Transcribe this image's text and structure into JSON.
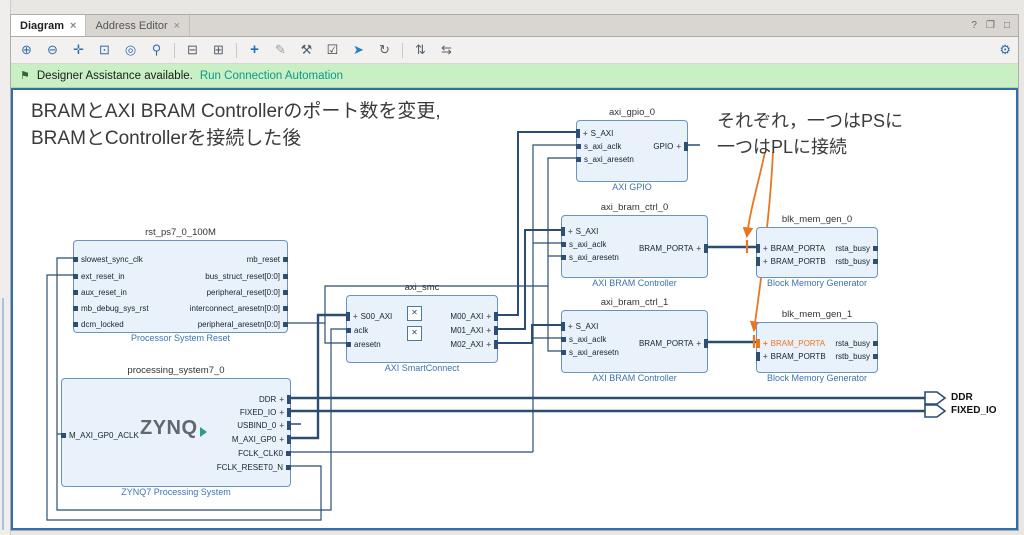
{
  "window": {
    "tabs": [
      {
        "label": "Diagram",
        "close": "×"
      },
      {
        "label": "Address Editor",
        "close": "×"
      }
    ],
    "corner": {
      "help": "?",
      "float": "❐",
      "maximize": "□"
    }
  },
  "toolbar": {
    "icons": [
      {
        "name": "zoom-in",
        "glyph": "⊕"
      },
      {
        "name": "zoom-out",
        "glyph": "⊖"
      },
      {
        "name": "zoom-fit",
        "glyph": "✛"
      },
      {
        "name": "zoom-to-selection",
        "glyph": "⊡"
      },
      {
        "name": "fit-selection",
        "glyph": "◎"
      },
      {
        "name": "search",
        "glyph": "⚲"
      },
      {
        "name": "collapse-hierarchy",
        "glyph": "⊟"
      },
      {
        "name": "expand-hierarchy",
        "glyph": "⊞"
      },
      {
        "name": "add-ip",
        "glyph": "+"
      },
      {
        "name": "add-note",
        "glyph": "✎"
      },
      {
        "name": "customize-block",
        "glyph": "⚒"
      },
      {
        "name": "validate-design",
        "glyph": "☑"
      },
      {
        "name": "run-automation",
        "glyph": "➤"
      },
      {
        "name": "regenerate-layout",
        "glyph": "↻"
      },
      {
        "name": "expand-collapse-pins",
        "glyph": "⇅"
      },
      {
        "name": "interface-view",
        "glyph": "⇆"
      }
    ],
    "settings_glyph": "⚙"
  },
  "banner": {
    "icon": "⚑",
    "text": "Designer Assistance available.",
    "link": "Run Connection Automation"
  },
  "notes": {
    "left_line1": "BRAMとAXI BRAM Controllerのポート数を変更,",
    "left_line2": "BRAMとControllerを接続した後",
    "right_line1": "それぞれ，一つはPSに",
    "right_line2": "一つはPLに接続"
  },
  "glyphs": {
    "plus": "+",
    "crossbar": "✕"
  },
  "blocks": {
    "gpio": {
      "title": "axi_gpio_0",
      "type": "AXI GPIO",
      "left": [
        "S_AXI",
        "s_axi_aclk",
        "s_axi_aresetn"
      ],
      "right": [
        "GPIO"
      ]
    },
    "bram0": {
      "title": "axi_bram_ctrl_0",
      "type": "AXI BRAM Controller",
      "left": [
        "S_AXI",
        "s_axi_aclk",
        "s_axi_aresetn"
      ],
      "right": [
        "BRAM_PORTA"
      ]
    },
    "gen0": {
      "title": "blk_mem_gen_0",
      "type": "Block Memory Generator",
      "left": [
        "BRAM_PORTA",
        "BRAM_PORTB"
      ],
      "right": [
        "rsta_busy",
        "rstb_busy"
      ]
    },
    "bram1": {
      "title": "axi_bram_ctrl_1",
      "type": "AXI BRAM Controller",
      "left": [
        "S_AXI",
        "s_axi_aclk",
        "s_axi_aresetn"
      ],
      "right": [
        "BRAM_PORTA"
      ]
    },
    "gen1": {
      "title": "blk_mem_gen_1",
      "type": "Block Memory Generator",
      "left": [
        "BRAM_PORTA",
        "BRAM_PORTB"
      ],
      "right": [
        "rsta_busy",
        "rstb_busy"
      ]
    },
    "rst": {
      "title": "rst_ps7_0_100M",
      "type": "Processor System Reset",
      "left": [
        "slowest_sync_clk",
        "ext_reset_in",
        "aux_reset_in",
        "mb_debug_sys_rst",
        "dcm_locked"
      ],
      "right": [
        "mb_reset",
        "bus_struct_reset[0:0]",
        "peripheral_reset[0:0]",
        "interconnect_aresetn[0:0]",
        "peripheral_aresetn[0:0]"
      ]
    },
    "smc": {
      "title": "axi_smc",
      "type": "AXI SmartConnect",
      "left": [
        "S00_AXI",
        "aclk",
        "aresetn"
      ],
      "right": [
        "M00_AXI",
        "M01_AXI",
        "M02_AXI"
      ]
    },
    "ps": {
      "title": "processing_system7_0",
      "type": "ZYNQ7 Processing System",
      "logo": "ZYNQ",
      "left": [
        "M_AXI_GP0_ACLK"
      ],
      "right": [
        "DDR",
        "FIXED_IO",
        "USBIND_0",
        "M_AXI_GP0",
        "FCLK_CLK0",
        "FCLK_RESET0_N"
      ]
    }
  },
  "external_ports": {
    "ddr": "DDR",
    "fixed_io": "FIXED_IO"
  },
  "colors": {
    "wire": "#2c4d73",
    "accent_orange": "#e87722",
    "type_label": "#3b74ad",
    "link": "#0a9a8a",
    "banner_bg": "#c9efc5",
    "block_fill": "#e9f1fa",
    "block_border": "#6b93c0"
  }
}
